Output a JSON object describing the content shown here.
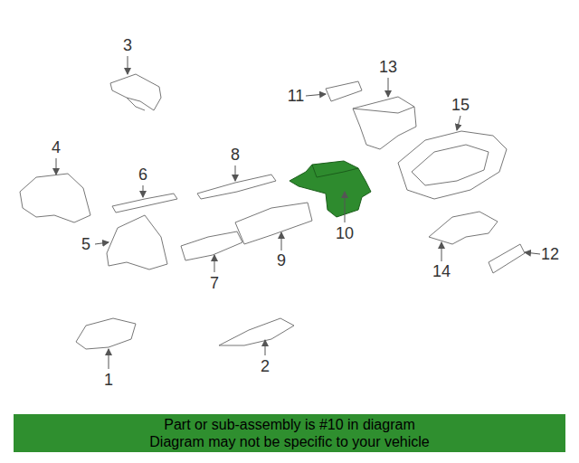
{
  "diagram": {
    "nodes": [
      {
        "text": [
          "Part or sub-assembly is #10 in diagram",
          "Diagram may not be specific to your vehicle"
        ]
      }
    ],
    "labels": [
      "3",
      "13",
      "11",
      "15",
      "4",
      "8",
      "6",
      "10",
      "5",
      "9",
      "12",
      "14",
      "7",
      "1",
      "2"
    ]
  }
}
